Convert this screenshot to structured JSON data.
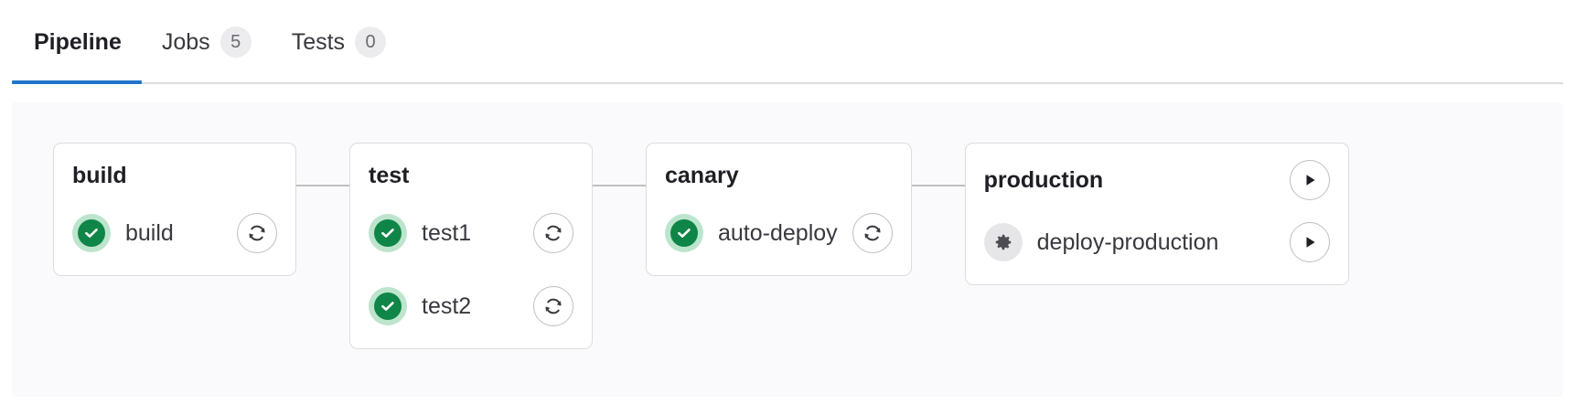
{
  "tabs": [
    {
      "label": "Pipeline",
      "badge": null,
      "active": true,
      "name": "tab-pipeline"
    },
    {
      "label": "Jobs",
      "badge": "5",
      "active": false,
      "name": "tab-jobs"
    },
    {
      "label": "Tests",
      "badge": "0",
      "active": false,
      "name": "tab-tests"
    }
  ],
  "colors": {
    "active_tab_underline": "#1f75cb",
    "success_icon": "#108548",
    "success_icon_ring": "#bde5cd",
    "manual_icon": "#6b6a70",
    "manual_icon_ring": "#e6e6e9",
    "card_border": "#dcdcde",
    "canvas_background": "#fafafc",
    "connector_line": "#bfbfc3"
  },
  "pipeline": {
    "stages": [
      {
        "name": "build",
        "title": "build",
        "header_action": null,
        "jobs": [
          {
            "name": "build",
            "label": "build",
            "status": "success",
            "status_icon": "check-circle-icon",
            "action": "retry",
            "action_icon": "retry-icon"
          }
        ]
      },
      {
        "name": "test",
        "title": "test",
        "header_action": null,
        "jobs": [
          {
            "name": "test1",
            "label": "test1",
            "status": "success",
            "status_icon": "check-circle-icon",
            "action": "retry",
            "action_icon": "retry-icon"
          },
          {
            "name": "test2",
            "label": "test2",
            "status": "success",
            "status_icon": "check-circle-icon",
            "action": "retry",
            "action_icon": "retry-icon"
          }
        ]
      },
      {
        "name": "canary",
        "title": "canary",
        "header_action": null,
        "jobs": [
          {
            "name": "auto-deploy",
            "label": "auto-deploy",
            "status": "success",
            "status_icon": "check-circle-icon",
            "action": "retry",
            "action_icon": "retry-icon"
          }
        ]
      },
      {
        "name": "production",
        "title": "production",
        "header_action": {
          "action": "play",
          "action_icon": "play-icon"
        },
        "jobs": [
          {
            "name": "deploy-production",
            "label": "deploy-production",
            "status": "manual",
            "status_icon": "gear-icon",
            "action": "play",
            "action_icon": "play-icon"
          }
        ]
      }
    ]
  }
}
